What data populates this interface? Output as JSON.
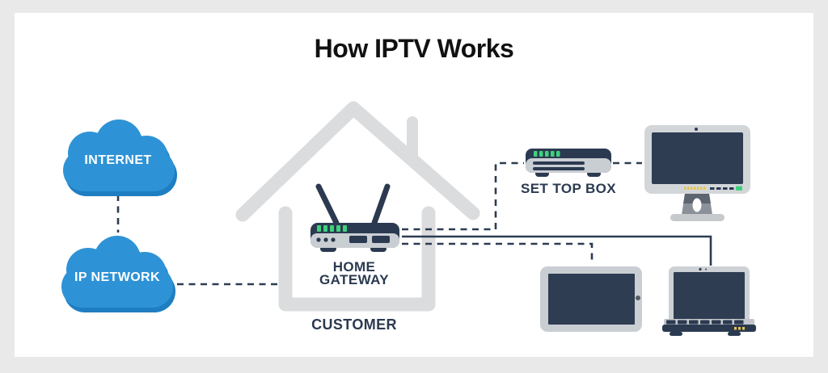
{
  "title": "How IPTV Works",
  "nodes": {
    "internet": {
      "label": "INTERNET",
      "icon": "cloud-icon"
    },
    "ip_network": {
      "label": "IP NETWORK",
      "icon": "cloud-icon"
    },
    "home_gateway": {
      "label_line1": "HOME",
      "label_line2": "GATEWAY",
      "icon": "router-icon"
    },
    "customer": {
      "label": "CUSTOMER",
      "icon": "house-icon"
    },
    "set_top_box": {
      "label": "SET TOP BOX",
      "icon": "set-top-box-icon"
    },
    "tv_monitor": {
      "icon": "monitor-icon"
    },
    "tablet": {
      "icon": "tablet-icon"
    },
    "laptop": {
      "icon": "laptop-icon"
    }
  },
  "connections": [
    {
      "from": "internet",
      "to": "ip-network",
      "style": "dashed"
    },
    {
      "from": "ip-network",
      "to": "home-gateway",
      "style": "dashed"
    },
    {
      "from": "home-gateway",
      "to": "set-top-box",
      "style": "dashed"
    },
    {
      "from": "set-top-box",
      "to": "tv-monitor",
      "style": "dashed"
    },
    {
      "from": "home-gateway",
      "to": "tablet",
      "style": "dashed"
    },
    {
      "from": "home-gateway",
      "to": "laptop",
      "style": "solid"
    }
  ],
  "colors": {
    "cloud_blue": "#2e93d6",
    "cloud_shadow_blue": "#1f7ec1",
    "device_navy": "#2b3a50",
    "screen_navy": "#2e3d52",
    "device_gray": "#c9ced3",
    "bezel_gray": "#d3d6d9",
    "house_gray": "#dbdcde",
    "led_green": "#3fd17d",
    "accent_yellow": "#e6c44c",
    "line_navy": "#2d3c52",
    "background": "#e9e9ea",
    "canvas": "#ffffff",
    "title_text": "#111111",
    "label_text": "#2b3a50",
    "cloud_label_text": "#ffffff"
  }
}
